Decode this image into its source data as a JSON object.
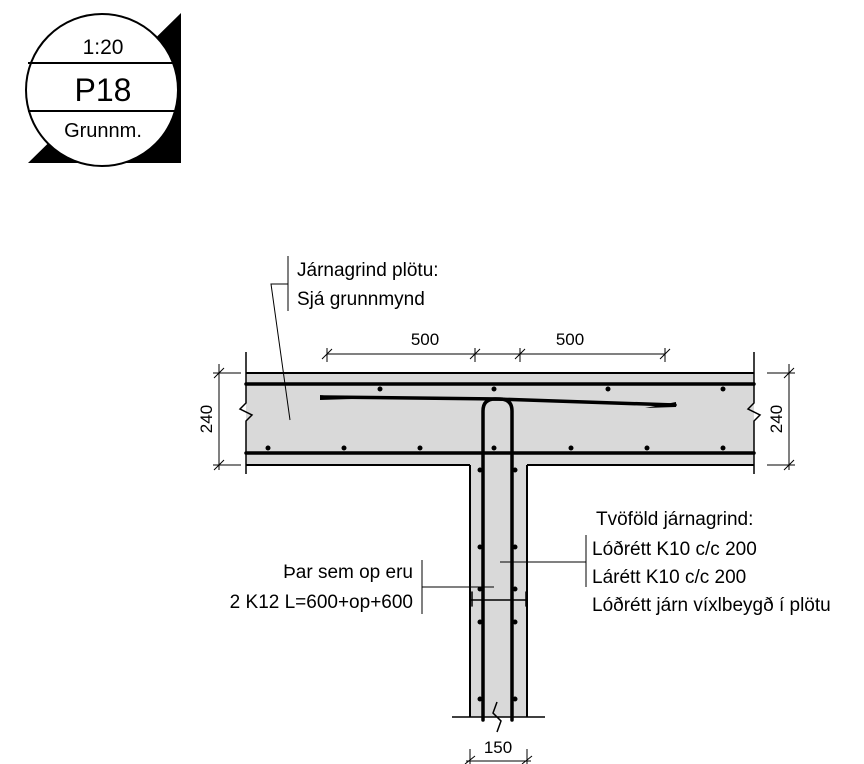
{
  "badge": {
    "scale": "1:20",
    "id": "P18",
    "view": "Grunnm."
  },
  "slab_note": {
    "line1": "Járnagrind plötu:",
    "line2": "Sjá grunnmynd"
  },
  "dimensions": {
    "top_left": "500",
    "top_right": "500",
    "slab_left": "240",
    "slab_right": "240",
    "wall": "150"
  },
  "wall_note": {
    "line1": "Tvöföld járnagrind:",
    "line2": "Lóðrétt K10 c/c 200",
    "line3": "Lárétt K10 c/c 200",
    "line4": "Lóðrétt járn víxlbeygð í plötu"
  },
  "opening_note": {
    "line1": "Þar sem op eru",
    "line2": "2 K12 L=600+op+600"
  },
  "colors": {
    "concrete_fill": "#d9d9d9",
    "line": "#000000"
  }
}
